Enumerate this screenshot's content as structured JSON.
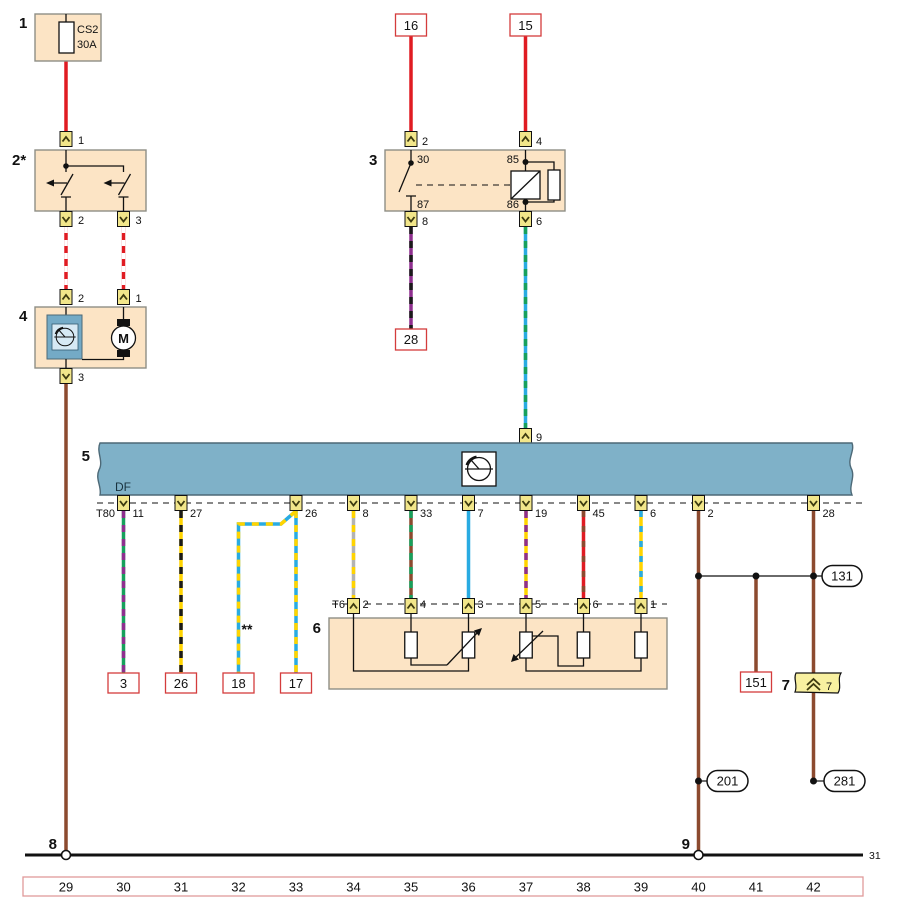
{
  "components": {
    "c1": {
      "num": "1",
      "fuse_name": "CS2",
      "fuse_rating": "30A"
    },
    "c2": {
      "num": "2*",
      "pin_t": "1",
      "pin_bl": "2",
      "pin_br": "3"
    },
    "c3": {
      "num": "3",
      "pin_tl": "2",
      "pin_tr": "4",
      "pin_bl": "8",
      "pin_br": "6",
      "t30": "30",
      "t85": "85",
      "t87": "87",
      "t86": "86"
    },
    "c4": {
      "num": "4",
      "pin_tl": "2",
      "pin_tr": "1",
      "pin_b": "3",
      "motor_label": "M"
    },
    "c5": {
      "num": "5",
      "df_label": "DF",
      "pin9": "9"
    },
    "c6": {
      "num": "6",
      "note": "**"
    },
    "c7": {
      "num": "7",
      "inner_label": "7"
    },
    "n8": {
      "num": "8"
    },
    "n9": {
      "num": "9"
    }
  },
  "connector_boxes": {
    "b16": "16",
    "b15": "15",
    "b28": "28",
    "b3": "3",
    "b26": "26",
    "b18": "18",
    "b17": "17",
    "b151": "151"
  },
  "splices": {
    "s131": "131",
    "s201": "201",
    "s281": "281"
  },
  "ground_label": "31",
  "t80": {
    "label": "T80",
    "pins": [
      "11",
      "27",
      "26",
      "8",
      "33",
      "7",
      "19",
      "45",
      "6",
      "2",
      "28"
    ]
  },
  "t6": {
    "label": "T6",
    "pins": [
      "2",
      "4",
      "3",
      "5",
      "6",
      "1"
    ]
  },
  "ruler": {
    "numbers": [
      "29",
      "30",
      "31",
      "32",
      "33",
      "34",
      "35",
      "36",
      "37",
      "38",
      "39",
      "40",
      "41",
      "42"
    ]
  },
  "colors": {
    "red": "#e01b22",
    "brown": "#8c4a2f",
    "light_blue": "#29abe2",
    "green": "#17a05c",
    "violet": "#8e2f8e",
    "yellow": "#ffd400",
    "gray": "#b3b3b3",
    "black": "#1a1a1a",
    "tan": "#fce4c5",
    "panel_blue": "#7fb1c8",
    "connector_yellow": "#f2e68a",
    "banner_yellow": "#f8f0a0"
  }
}
